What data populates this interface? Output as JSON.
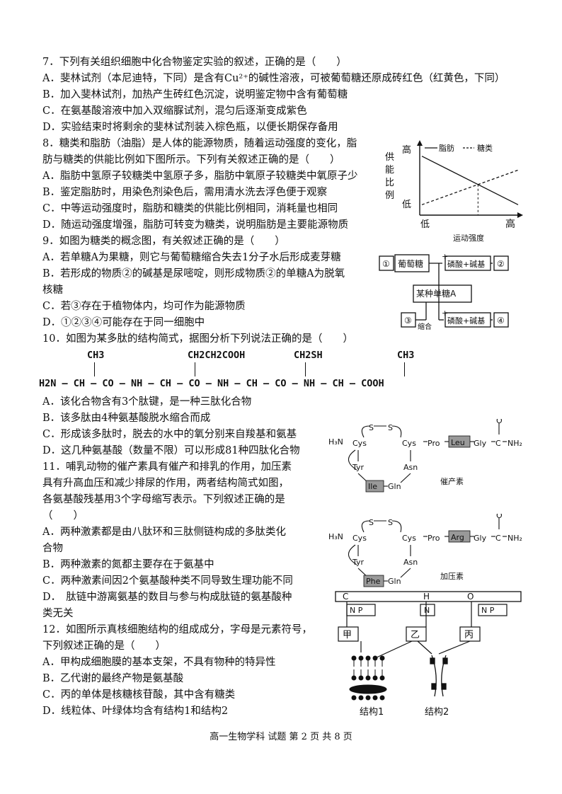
{
  "q7": {
    "stem": "7．下列有关组织细胞中化合物鉴定实验的叙述，正确的是（　　）",
    "a": "A．斐林试剂（本尼迪特，下同）是含有Cu²⁺的碱性溶液，可被葡萄糖还原成砖红色（红黄色，下同）",
    "b": "B．加入斐林试剂，加热产生砖红色沉淀，说明鉴定物中含有葡萄糖",
    "c": "C．在氨基酸溶液中加入双缩脲试剂，混匀后逐渐变成紫色",
    "d": "D．实验结束时将剩余的斐林试剂装入棕色瓶，以便长期保存备用"
  },
  "q8": {
    "stem1": "8．糖类和脂肪（油脂）是人体的能源物质，随着运动强度的变化，脂",
    "stem2": "肪与糖类的供能比例如下图所示。下列有关叙述正确的是（　　）",
    "a": "A．脂肪中氢原子较糖类中氢原子多，脂肪中氧原子较糖类中氧原子少",
    "b": "B．鉴定脂肪时，用染色剂染色后，需用清水洗去浮色便于观察",
    "c": "C．中等运动强度时，脂肪和糖类的供能比例相同，消耗量也相同",
    "d": "D．随运动强度增强，脂肪可转变为糖类，说明脂肪是主要能源物质"
  },
  "chart8": {
    "y_label": [
      "供",
      "能",
      "比",
      "例"
    ],
    "y_high": "高",
    "y_low": "低",
    "x_low": "低",
    "x_high": "高",
    "x_label": "运动强度",
    "legend_fat": "脂肪",
    "legend_sugar": "糖类"
  },
  "chart_data": {
    "type": "line",
    "x": [
      0,
      1
    ],
    "series": [
      {
        "name": "脂肪",
        "values": [
          0.85,
          0.15
        ]
      },
      {
        "name": "糖类",
        "values": [
          0.15,
          0.65
        ]
      }
    ],
    "xlabel": "运动强度",
    "ylabel": "供能比例"
  },
  "q9": {
    "stem": "9．如图为糖类的概念图，有关叙述正确的是（　　）",
    "a": "A．若单糖A为果糖，则它与葡萄糖缩合失去1分子水后形成麦芽糖",
    "b1": "B．若形成的物质②的碱基是尿嘧啶，则形成物质②的单糖A为脱氧",
    "b2": "核糖",
    "c": "C．若③存在于植物体内，均可作为能源物质",
    "d": "D．①②③④可能存在于同一细胞中"
  },
  "diag9": {
    "n1": "①",
    "glucose": "葡萄糖",
    "phos_base": "磷酸+碱基",
    "n2": "②",
    "mono_a": "某种单糖A",
    "n3": "③",
    "condense": "缩合",
    "n4": "④",
    "plus": "+"
  },
  "q10": {
    "stem": "10．如图为某多肽的结构简式，据图分析下列说法正确的是（　　）",
    "a": "A．该化合物含有3个肽键，是一种三肽化合物",
    "b": "B．该多肽由4种氨基酸脱水缩合而成",
    "c": "C．形成该多肽时，脱去的水中的氧分别来自羧基和氨基",
    "d": "D．这几种氨基酸（数量不限）可以形成81种四肽化合物"
  },
  "peptide": {
    "r1": "CH3",
    "r2": "CH2CH2COOH",
    "r3": "CH2SH",
    "r4": "CH3",
    "chain": "H2N — CH — CO — NH — CH — CO — NH — CH — CO — NH — CH — COOH"
  },
  "q11": {
    "l1": "11．哺乳动物的催产素具有催产和排乳的作用，加压素",
    "l2": "具有升高血压和减少排尿的作用，两者结构简式如图，",
    "l3": "各氨基酸残基用3个字母缩写表示。下列叙述正确的是",
    "l4": "（　　）",
    "a1": "A．两种激素都是由八肽环和三肽侧链构成的多肽类化",
    "a2": "合物",
    "b": "B．两种激素的氮都主要存在于氨基中",
    "c": "C．两种激素间因2个氨基酸种类不同导致生理功能不同",
    "d1": "D．　肽链中游离氨基的数目与参与构成肽链的氨基酸种",
    "d2": "类无关"
  },
  "hormones": {
    "S": "S",
    "H3N": "H₃N",
    "cys": "Cys",
    "pro": "Pro",
    "gly": "Gly",
    "tyr": "Tyr",
    "asn": "Asn",
    "gln": "Gln",
    "C": "C",
    "O": "O",
    "NH2": "NH₂",
    "oxy_leu": "Leu",
    "oxy_ile": "Ile",
    "oxy_name": "催产素",
    "vaso_arg": "Arg",
    "vaso_phe": "Phe",
    "vaso_name": "加压素"
  },
  "q12": {
    "l1": "12．如图所示真核细胞结构的组成成分，字母是元素符号，",
    "l2": "下列叙述正确的是（　　）",
    "a": "A．甲构成细胞膜的基本支架，不具有物种的特异性",
    "b": "B．乙代谢的最终产物是氨基酸",
    "c": "C．丙的单体是核糖核苷酸，其中含有糖类",
    "d": "D．线粒体、叶绿体均含有结构1和结构2"
  },
  "diag12": {
    "top": [
      "C",
      "H",
      "O"
    ],
    "np1": "N P",
    "n": "N",
    "np2": "N P",
    "jia": "甲",
    "yi": "乙",
    "bing": "丙",
    "s1": "结构1",
    "s2": "结构2"
  },
  "footer": "高一生物学科 试题 第 2 页 共 8 页"
}
